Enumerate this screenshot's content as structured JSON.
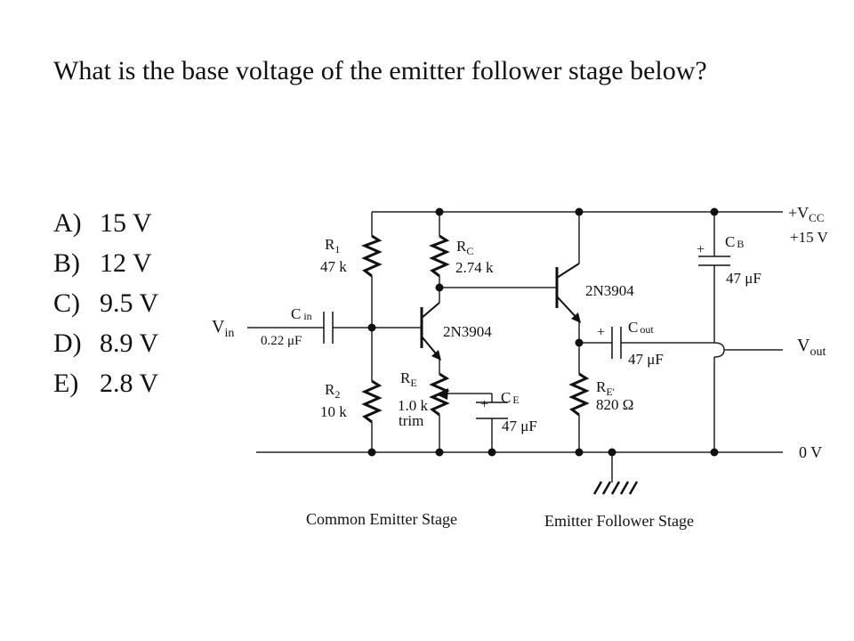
{
  "question": "What is the base voltage of the emitter follower stage below?",
  "options": [
    {
      "letter": "A)",
      "text": "15 V"
    },
    {
      "letter": "B)",
      "text": "12 V"
    },
    {
      "letter": "C)",
      "text": "9.5 V"
    },
    {
      "letter": "D)",
      "text": "8.9 V"
    },
    {
      "letter": "E)",
      "text": "2.8 V"
    }
  ],
  "circuit": {
    "vcc_main": "+V",
    "vcc_sub": "CC",
    "vcc_value": "+15 V",
    "ground_label": "0 V",
    "vin_main": "V",
    "vin_sub": "in",
    "vout_main": "V",
    "vout_sub": "out",
    "r1_main": "R",
    "r1_sub": "1",
    "r1_value": "47 k",
    "r2_main": "R",
    "r2_sub": "2",
    "r2_value": "10 k",
    "rc_main": "R",
    "rc_sub": "C",
    "rc_value": "2.74 k",
    "re_main": "R",
    "re_sub": "E",
    "re_value": "1.0 k",
    "re_note": "trim",
    "ref_main": "R",
    "ref_sub": "E'",
    "ref_value": "820 Ω",
    "cin_main": "C",
    "cin_sub": "in",
    "cin_value": "0.22 μF",
    "ce_main": "C",
    "ce_sub": "E",
    "ce_value": "47 μF",
    "cout_main": "C",
    "cout_sub": "out",
    "cout_value": "47 μF",
    "cb_main": "C",
    "cb_sub": "B",
    "cb_value": "47 μF",
    "plus_sign": "+",
    "q1_label": "2N3904",
    "q2_label": "2N3904",
    "stage1_label": "Common Emitter Stage",
    "stage2_label": "Emitter Follower Stage"
  }
}
